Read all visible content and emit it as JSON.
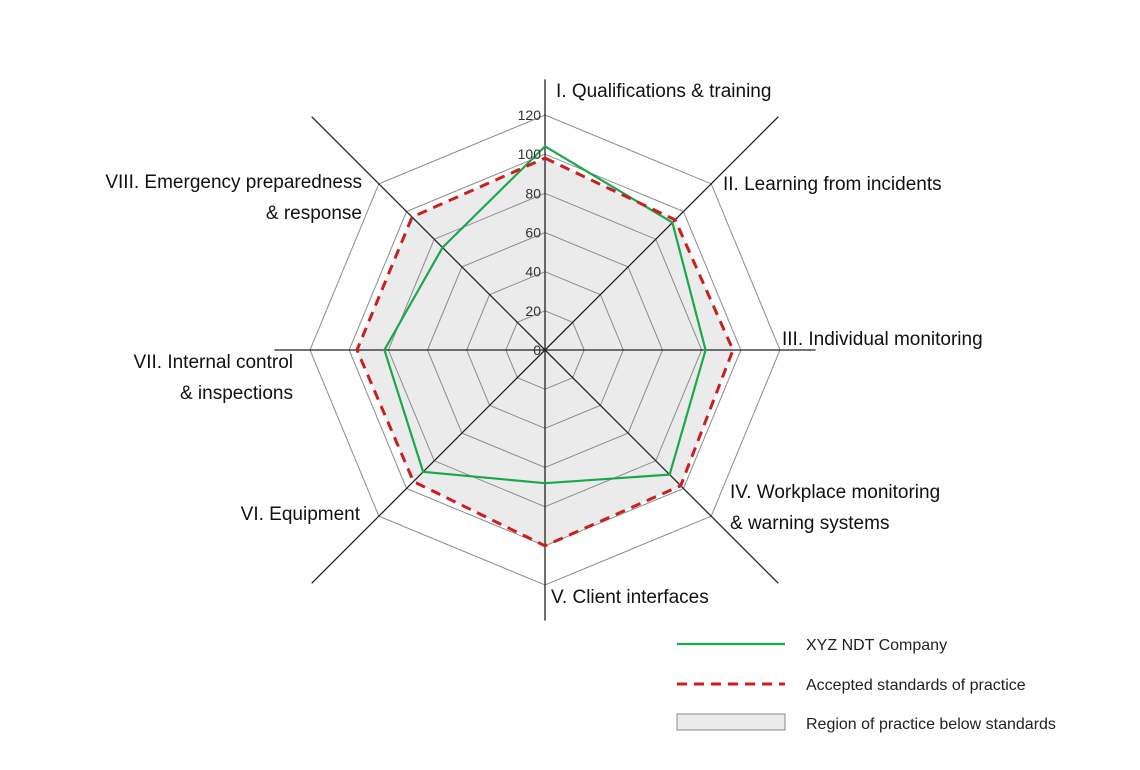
{
  "chart_data": {
    "type": "radar",
    "title": "",
    "categories": [
      [
        "I. Qualifications & training"
      ],
      [
        "II. Learning from incidents"
      ],
      [
        "III. Individual monitoring"
      ],
      [
        "IV. Workplace monitoring",
        "& warning systems"
      ],
      [
        "V. Client interfaces"
      ],
      [
        "VI. Equipment"
      ],
      [
        "VII. Internal control",
        "& inspections"
      ],
      [
        "VIII. Emergency preparedness",
        "& response"
      ]
    ],
    "radial_axis": {
      "min": 0,
      "max": 120,
      "ticks": [
        0,
        20,
        40,
        60,
        80,
        100,
        120
      ]
    },
    "series": [
      {
        "name": "XYZ NDT Company",
        "values": [
          104,
          92,
          82,
          90,
          68,
          88,
          82,
          74
        ],
        "color": "#1aa84e",
        "style": "solid"
      },
      {
        "name": "Accepted standards of practice",
        "values": [
          98,
          94,
          96,
          98,
          100,
          95,
          96,
          96
        ],
        "color": "#cc1e1e",
        "style": "dashed"
      }
    ],
    "regions": [
      {
        "name": "Region of practice below standards",
        "color": "#ebebeb"
      }
    ],
    "grid": true,
    "legend_position": "bottom-right"
  }
}
